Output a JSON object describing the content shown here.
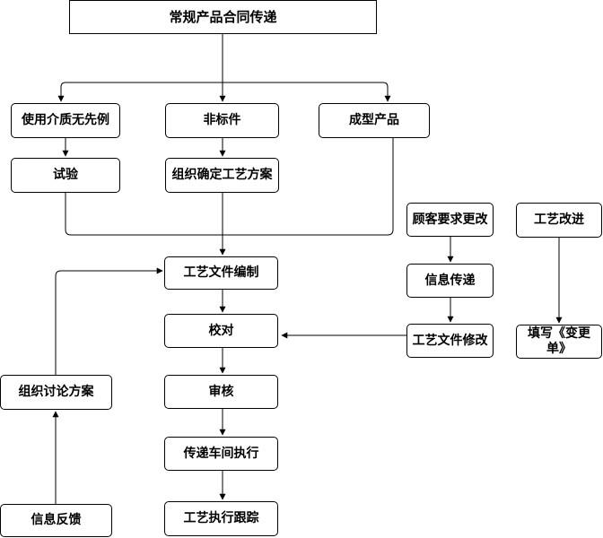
{
  "nodes": {
    "title": "常规产品合同传递",
    "new_medium": "使用介质无先例",
    "non_standard": "非标件",
    "formed_product": "成型产品",
    "trial": "试验",
    "confirm_plan": "组织确定工艺方案",
    "process_compile": "工艺文件编制",
    "proofread": "校对",
    "review": "审核",
    "transfer_exec": "传递车间执行",
    "track": "工艺执行跟踪",
    "discuss_plan": "组织讨论方案",
    "feedback": "信息反馈",
    "customer_change": "顾客要求更改",
    "info_transfer": "信息传递",
    "doc_modify": "工艺文件修改",
    "improve": "工艺改进",
    "change_form": "填写《变更单》"
  }
}
